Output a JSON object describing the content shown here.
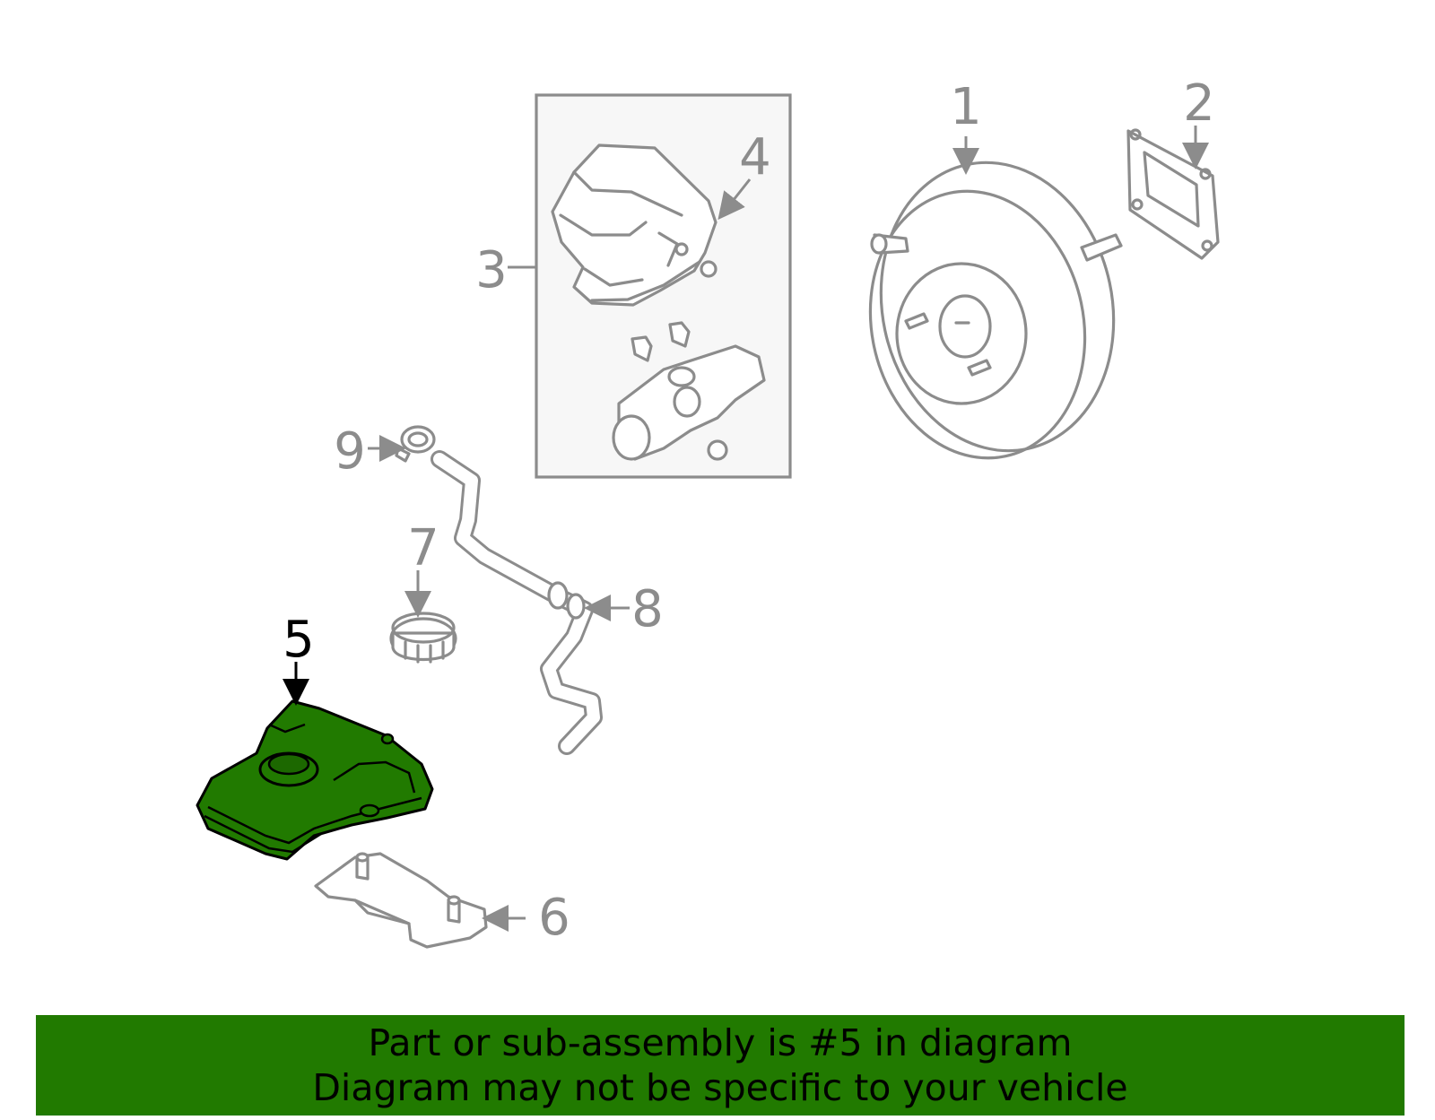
{
  "callouts": {
    "c1": "1",
    "c2": "2",
    "c3": "3",
    "c4": "4",
    "c5": "5",
    "c6": "6",
    "c7": "7",
    "c8": "8",
    "c9": "9"
  },
  "highlighted_part": "5",
  "colors": {
    "highlight": "#217a00",
    "line": "#8c8c8c",
    "banner": "#217a00"
  },
  "banner": {
    "line1": "Part or sub-assembly is #5 in diagram",
    "line2": "Diagram may not be specific to your vehicle"
  }
}
